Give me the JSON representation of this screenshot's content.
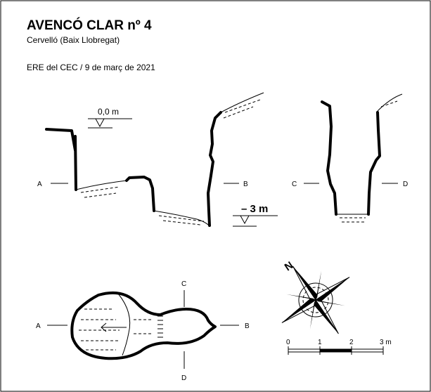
{
  "header": {
    "title": "AVENCÓ CLAR nº 4",
    "location": "Cervelló (Baix Llobregat)",
    "survey": "ERE del CEC / 9 de març de 2021"
  },
  "section_ab": {
    "start_label": "A",
    "end_label": "B",
    "level_top": "0,0 m",
    "level_bottom": "– 3 m"
  },
  "section_cd": {
    "start_label": "C",
    "end_label": "D"
  },
  "plan": {
    "label_a": "A",
    "label_b": "B",
    "label_c": "C",
    "label_d": "D"
  },
  "compass": {
    "north_label": "N"
  },
  "scale_bar": {
    "ticks": [
      "0",
      "1",
      "2",
      "3 m"
    ]
  }
}
